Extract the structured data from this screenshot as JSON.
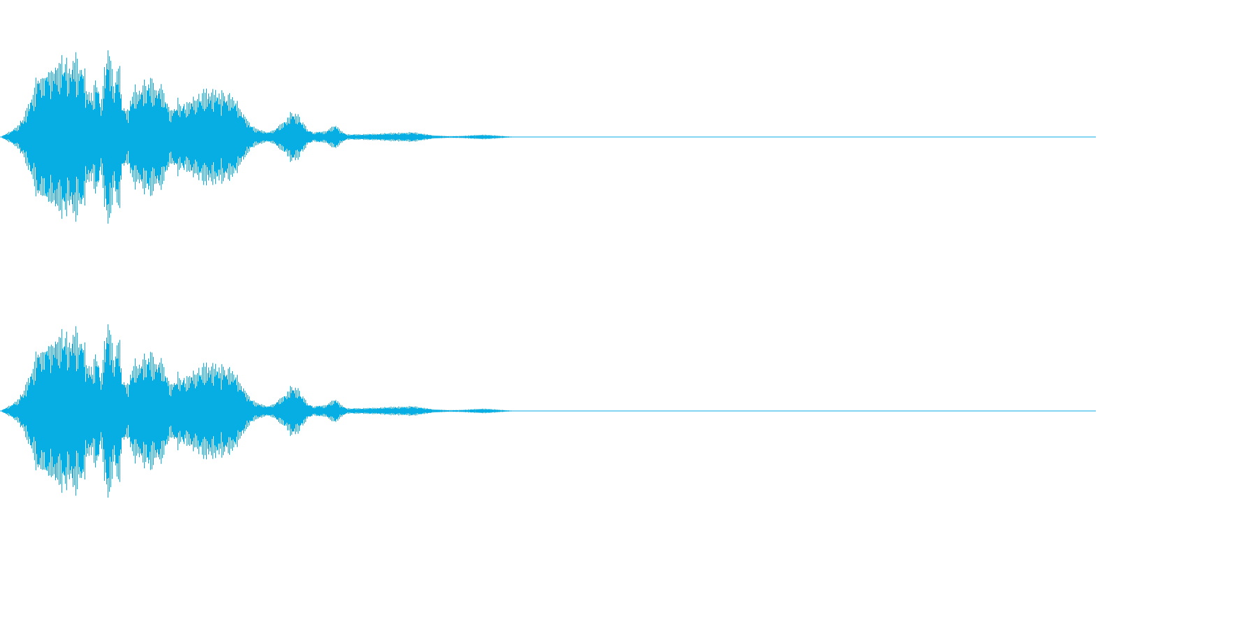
{
  "waveform": {
    "color": "#06aee4",
    "channels": [
      {
        "name": "channel-1"
      },
      {
        "name": "channel-2"
      }
    ],
    "envelope": [
      [
        0.0,
        0.0
      ],
      [
        0.004,
        0.03
      ],
      [
        0.01,
        0.07
      ],
      [
        0.016,
        0.14
      ],
      [
        0.022,
        0.25
      ],
      [
        0.027,
        0.42
      ],
      [
        0.031,
        0.62
      ],
      [
        0.036,
        0.78
      ],
      [
        0.042,
        0.85
      ],
      [
        0.048,
        0.88
      ],
      [
        0.054,
        0.93
      ],
      [
        0.06,
        0.86
      ],
      [
        0.066,
        0.92
      ],
      [
        0.072,
        0.9
      ],
      [
        0.076,
        0.8
      ],
      [
        0.08,
        0.55
      ],
      [
        0.084,
        0.5
      ],
      [
        0.088,
        0.7
      ],
      [
        0.092,
        0.35
      ],
      [
        0.096,
        0.92
      ],
      [
        0.098,
        1.0
      ],
      [
        0.101,
        0.96
      ],
      [
        0.104,
        0.55
      ],
      [
        0.108,
        0.98
      ],
      [
        0.111,
        0.4
      ],
      [
        0.116,
        0.3
      ],
      [
        0.121,
        0.55
      ],
      [
        0.126,
        0.58
      ],
      [
        0.131,
        0.62
      ],
      [
        0.137,
        0.66
      ],
      [
        0.142,
        0.6
      ],
      [
        0.147,
        0.63
      ],
      [
        0.151,
        0.45
      ],
      [
        0.156,
        0.3
      ],
      [
        0.162,
        0.42
      ],
      [
        0.168,
        0.38
      ],
      [
        0.174,
        0.45
      ],
      [
        0.18,
        0.5
      ],
      [
        0.186,
        0.52
      ],
      [
        0.192,
        0.55
      ],
      [
        0.198,
        0.53
      ],
      [
        0.204,
        0.5
      ],
      [
        0.21,
        0.48
      ],
      [
        0.216,
        0.4
      ],
      [
        0.222,
        0.28
      ],
      [
        0.228,
        0.15
      ],
      [
        0.234,
        0.09
      ],
      [
        0.24,
        0.07
      ],
      [
        0.246,
        0.06
      ],
      [
        0.251,
        0.1
      ],
      [
        0.256,
        0.15
      ],
      [
        0.261,
        0.2
      ],
      [
        0.266,
        0.3
      ],
      [
        0.271,
        0.26
      ],
      [
        0.276,
        0.18
      ],
      [
        0.281,
        0.08
      ],
      [
        0.286,
        0.05
      ],
      [
        0.291,
        0.07
      ],
      [
        0.296,
        0.06
      ],
      [
        0.301,
        0.1
      ],
      [
        0.306,
        0.14
      ],
      [
        0.31,
        0.08
      ],
      [
        0.316,
        0.03
      ],
      [
        0.325,
        0.03
      ],
      [
        0.335,
        0.035
      ],
      [
        0.345,
        0.04
      ],
      [
        0.355,
        0.045
      ],
      [
        0.365,
        0.05
      ],
      [
        0.375,
        0.055
      ],
      [
        0.382,
        0.045
      ],
      [
        0.39,
        0.03
      ],
      [
        0.4,
        0.015
      ],
      [
        0.41,
        0.01
      ],
      [
        0.42,
        0.012
      ],
      [
        0.43,
        0.02
      ],
      [
        0.44,
        0.028
      ],
      [
        0.45,
        0.02
      ],
      [
        0.46,
        0.01
      ],
      [
        0.47,
        0.002
      ],
      [
        1.0,
        0.0
      ]
    ]
  }
}
